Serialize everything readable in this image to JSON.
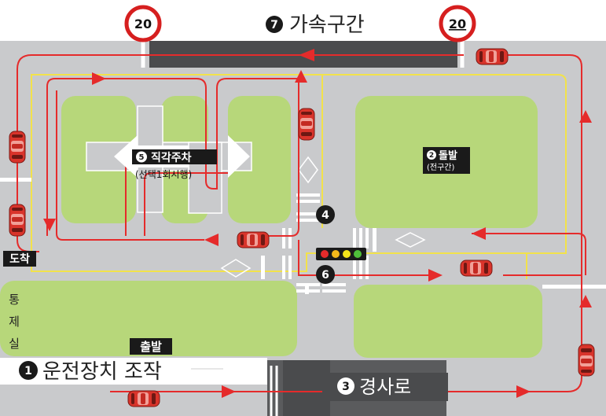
{
  "title": {
    "num": "7",
    "text": "가속구간"
  },
  "speed_sign": {
    "value": "20"
  },
  "labels": {
    "turn": {
      "num": "5",
      "text": "직각주차",
      "sub": "(선택1회시행)"
    },
    "bump": {
      "num": "2",
      "text": "돌발",
      "sub": "(전구간)"
    },
    "arrive": "도착",
    "control": [
      "통",
      "제",
      "실"
    ],
    "start": "출발",
    "basic": {
      "num": "1",
      "text": "운전장치 조작"
    },
    "slope": {
      "num": "3",
      "text": "경사로"
    },
    "intersection_top": "4",
    "intersection_bottom": "6"
  },
  "colors": {
    "grass": "#b7d77a",
    "road": "#c9cacc",
    "route": "#e52b2b",
    "dark": "#1a1a1a",
    "lane": "#f2e24a",
    "car": "#d9342b"
  }
}
